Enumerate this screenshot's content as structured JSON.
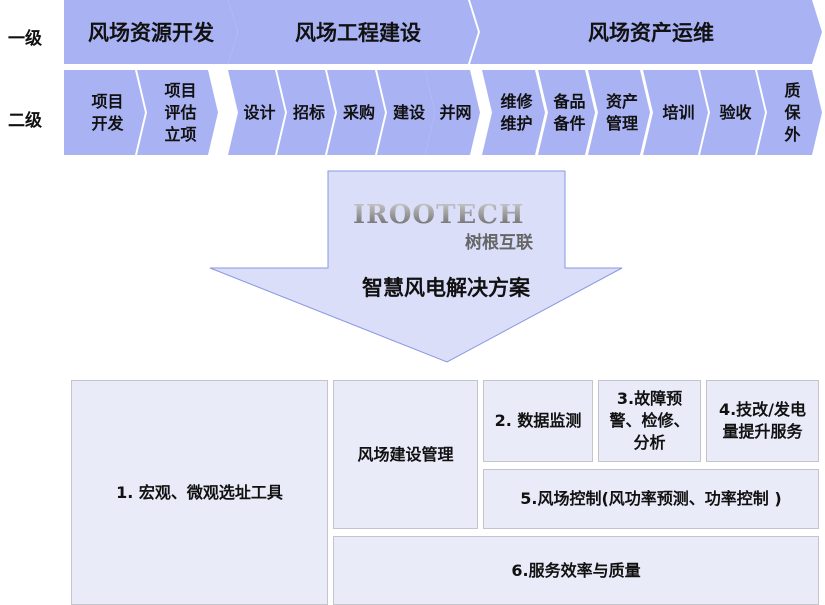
{
  "levels": {
    "level1": "一级",
    "level2": "二级"
  },
  "level1_stages": [
    "风场资源开发",
    "风场工程建设",
    "风场资产运维"
  ],
  "level2_stages": [
    "项目\n开发",
    "项目\n评估\n立项",
    "设计",
    "招标",
    "采购",
    "建设",
    "并网",
    "维修\n维护",
    "备品\n备件",
    "资产\n管理",
    "培训",
    "验收",
    "质\n保\n外"
  ],
  "logo": {
    "en": "IROOTECH",
    "cn": "树根互联"
  },
  "solution_title": "智慧风电解决方案",
  "modules": {
    "m1": "1. 宏观、微观选址工具",
    "construction": "风场建设管理",
    "m2": "2. 数据监测",
    "m3": "3.故障预警、检修、分析",
    "m4": "4.技改/发电量提升服务",
    "m5": "5.风场控制(风功率预测、功率控制 )",
    "m6": "6.服务效率与质量"
  },
  "colors": {
    "chevron": "#a9b3f4",
    "arrow_fill": "#dadef9",
    "arrow_border": "#8c98e2",
    "box_fill": "#e9ebf8"
  }
}
